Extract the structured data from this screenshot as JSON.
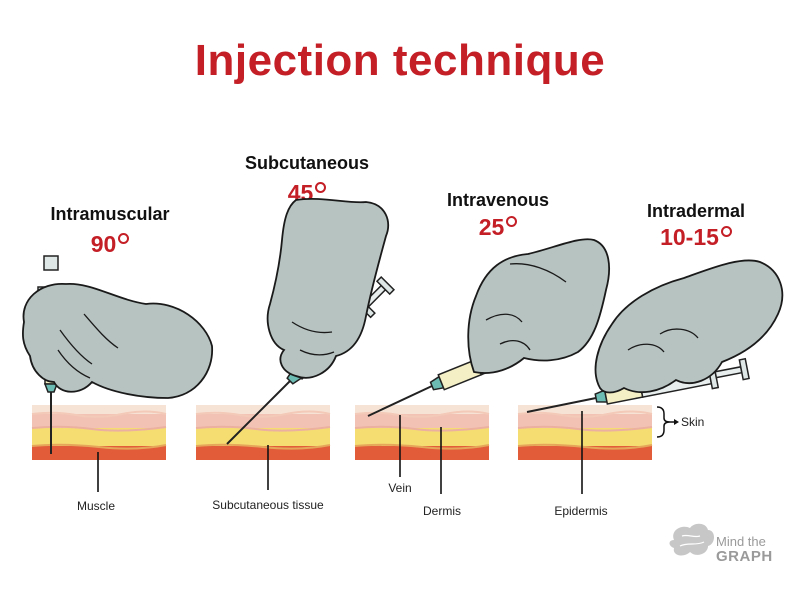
{
  "title": "Injection technique",
  "methods": [
    {
      "name": "Intramuscular",
      "angle": "90"
    },
    {
      "name": "Subcutaneous",
      "angle": "45"
    },
    {
      "name": "Intravenous",
      "angle": "25"
    },
    {
      "name": "Intradermal",
      "angle": "10-15"
    }
  ],
  "labels": {
    "muscle": "Muscle",
    "subcutaneous_tissue": "Subcutaneous tissue",
    "vein": "Vein",
    "dermis": "Dermis",
    "epidermis": "Epidermis",
    "skin": "Skin"
  },
  "brand": {
    "line1": "Mind the",
    "line2": "GRAPH"
  },
  "colors": {
    "title": "#c41e26",
    "glove": "#b7c3c1",
    "glove_outline": "#1a1a1a",
    "epidermis_layer": "#f7e3d6",
    "dermis_layer": "#f2c3b5",
    "fat_layer": "#f5dd72",
    "muscle_layer": "#e35c3a"
  }
}
